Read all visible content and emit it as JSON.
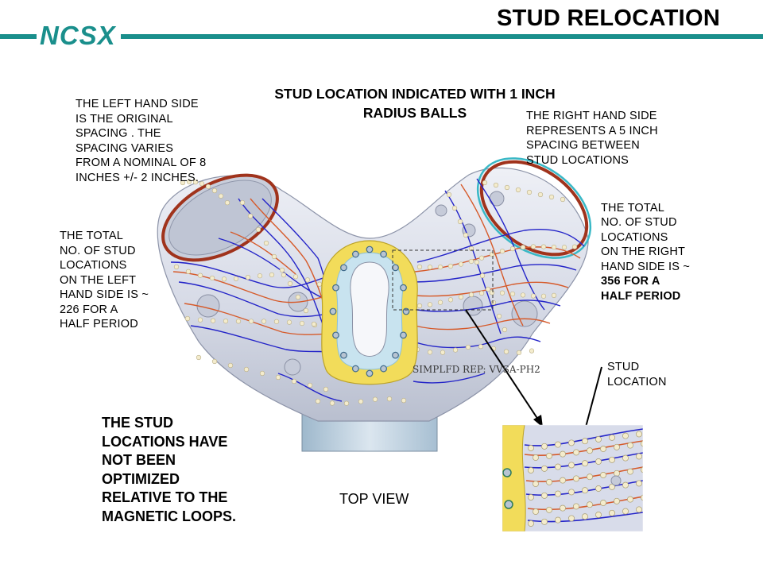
{
  "header": {
    "logo": "NCSX",
    "title": "STUD RELOCATION",
    "bar_color": "#1a8f8c"
  },
  "heading": "STUD LOCATION INDICATED WITH 1 INCH\nRADIUS BALLS",
  "notes": {
    "left_original": "THE LEFT HAND SIDE\nIS THE ORIGINAL\nSPACING . THE\nSPACING VARIES\nFROM A NOMINAL OF 8\nINCHES +/- 2 INCHES.",
    "right_spacing": "THE RIGHT HAND SIDE\nREPRESENTS A 5 INCH\nSPACING BETWEEN\nSTUD LOCATIONS",
    "left_total": "THE TOTAL\nNO. OF STUD\nLOCATIONS\nON THE LEFT\nHAND SIDE IS ~\n226 FOR A\nHALF PERIOD",
    "right_total_normal": "THE TOTAL\nNO. OF STUD\nLOCATIONS\nON THE RIGHT\nHAND SIDE IS ~",
    "right_total_bold": "356 FOR A\nHALF PERIOD",
    "stud_location": "STUD\nLOCATION",
    "bottom": "THE STUD\nLOCATIONS HAVE\nNOT BEEN\nOPTIMIZED\nRELATIVE TO THE\nMAGNETIC LOOPS.",
    "top_view": "TOP VIEW"
  },
  "model_label": "SIMPLFD REP: VVSA-PH2",
  "colors": {
    "shell": "#d9dde8",
    "flange_yellow": "#f2dc5a",
    "rim_red": "#a0331c",
    "rim_cyan": "#39b8c6",
    "loop_blue": "#2323c8",
    "loop_orange": "#d65a2a",
    "stud": "#f4eccd"
  }
}
